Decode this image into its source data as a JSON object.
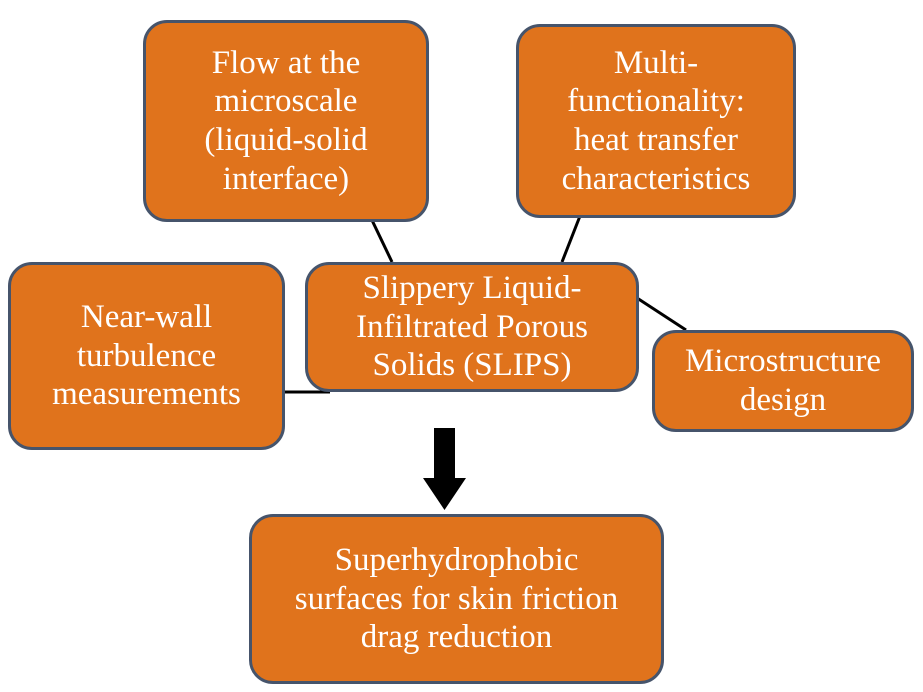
{
  "diagram": {
    "colors": {
      "node_fill": "#e0731c",
      "node_border": "#46546b",
      "node_text": "#ffffff",
      "connector": "#000000"
    },
    "nodes": {
      "flow_microscale": "Flow at the\nmicroscale\n(liquid-solid\ninterface)",
      "multifunctionality": "Multi-\nfunctionality:\nheat transfer\ncharacteristics",
      "slips": "Slippery Liquid-\nInfiltrated Porous\nSolids (SLIPS)",
      "near_wall": "Near-wall\nturbulence\nmeasurements",
      "microstructure": "Microstructure\ndesign",
      "drag_reduction": "Superhydrophobic\nsurfaces for skin friction\ndrag reduction"
    },
    "edges": [
      {
        "from": "flow_microscale",
        "to": "slips",
        "style": "line"
      },
      {
        "from": "multifunctionality",
        "to": "slips",
        "style": "line"
      },
      {
        "from": "near_wall",
        "to": "slips",
        "style": "line"
      },
      {
        "from": "microstructure",
        "to": "slips",
        "style": "line"
      },
      {
        "from": "slips",
        "to": "drag_reduction",
        "style": "arrow"
      }
    ]
  }
}
